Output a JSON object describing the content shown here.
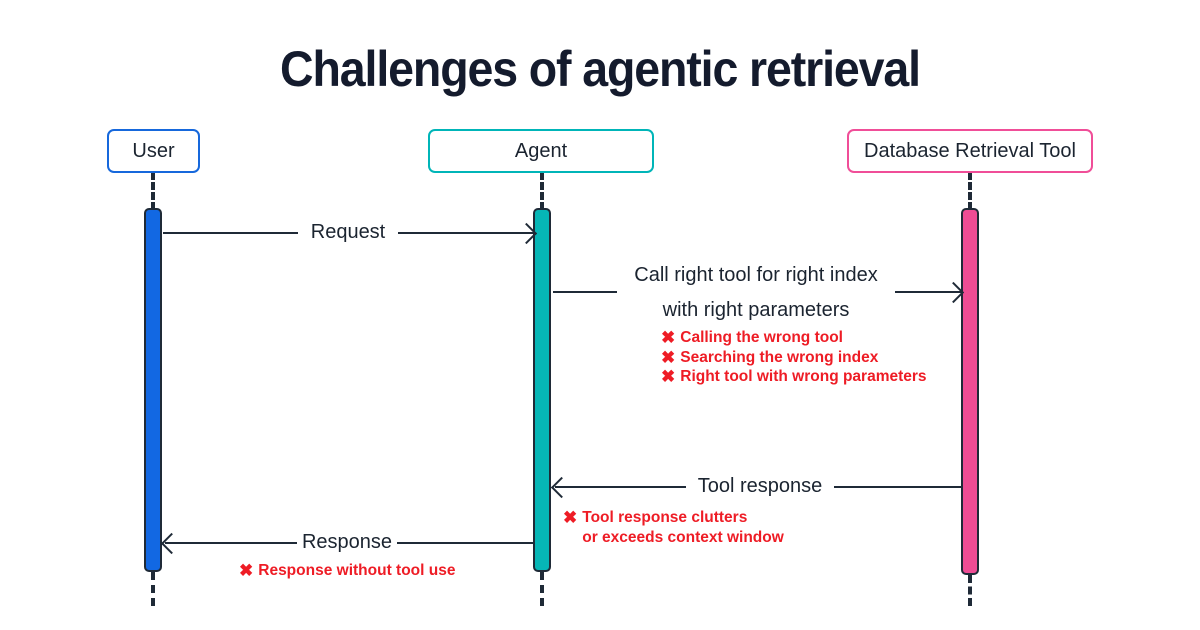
{
  "page": {
    "title": "Challenges of agentic retrieval",
    "background": "#ffffff",
    "text_color": "#141b2d",
    "error_color": "#ee1c25"
  },
  "participants": [
    {
      "id": "user",
      "label": "User",
      "accent": "#1668dc",
      "bar_fill": "#1268e3"
    },
    {
      "id": "agent",
      "label": "Agent",
      "accent": "#00b5b8",
      "bar_fill": "#06b6b6"
    },
    {
      "id": "tool",
      "label": "Database Retrieval Tool",
      "accent": "#f04e98",
      "bar_fill": "#ee4c94"
    }
  ],
  "messages": [
    {
      "id": "request",
      "label": "Request",
      "from": "user",
      "to": "agent",
      "direction": "right"
    },
    {
      "id": "tool-call",
      "label_line1": "Call right tool for right index",
      "label_line2": "with right parameters",
      "from": "agent",
      "to": "tool",
      "direction": "right"
    },
    {
      "id": "tool-response",
      "label": "Tool response",
      "from": "tool",
      "to": "agent",
      "direction": "left"
    },
    {
      "id": "response",
      "label": "Response",
      "from": "agent",
      "to": "user",
      "direction": "left"
    }
  ],
  "failures": {
    "marker": "✖",
    "tool_call": [
      "Calling the wrong tool",
      "Searching the wrong index",
      "Right tool with wrong parameters"
    ],
    "tool_response": {
      "line1": "Tool response clutters",
      "line2": "or exceeds context window"
    },
    "response": "Response without tool use"
  }
}
